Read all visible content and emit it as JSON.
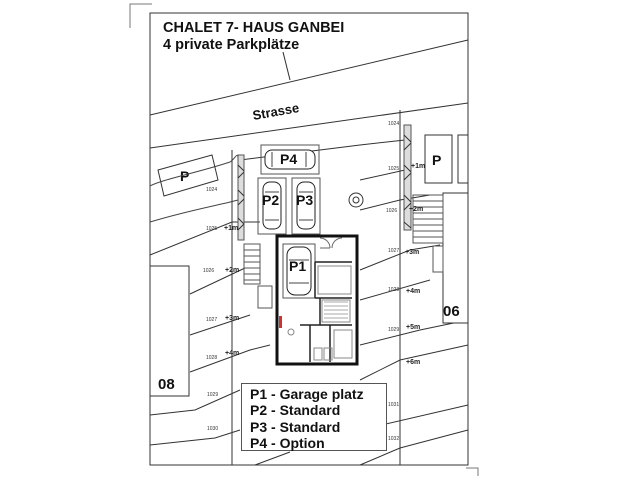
{
  "title": {
    "line1": "CHALET 7- HAUS GANBEI",
    "line2": "4 private Parkplätze"
  },
  "labels": {
    "street": "Strasse",
    "parking_left": "P",
    "parking_right": "P",
    "plot_08": "08",
    "plot_06": "06",
    "spots": [
      "P1",
      "P2",
      "P3",
      "P4"
    ]
  },
  "contours": {
    "left": [
      "1024",
      "1025",
      "1026",
      "1027",
      "1028",
      "1029",
      "1030"
    ],
    "right": [
      "1024",
      "1025",
      "1026",
      "1027",
      "1028",
      "1029",
      "1031",
      "1032"
    ],
    "left_heights": [
      "+1m",
      "+2m",
      "+3m",
      "+4m"
    ],
    "right_heights": [
      "+1m",
      "+2m",
      "+3m",
      "+4m",
      "+5m",
      "+6m"
    ]
  },
  "legend": {
    "items": [
      "P1 - Garage platz",
      "P2 - Standard",
      "P3 - Standard",
      "P4 - Option"
    ]
  },
  "colors": {
    "line": "#333333",
    "text": "#111111",
    "wall": "#111111",
    "accent": "#cc3333"
  }
}
